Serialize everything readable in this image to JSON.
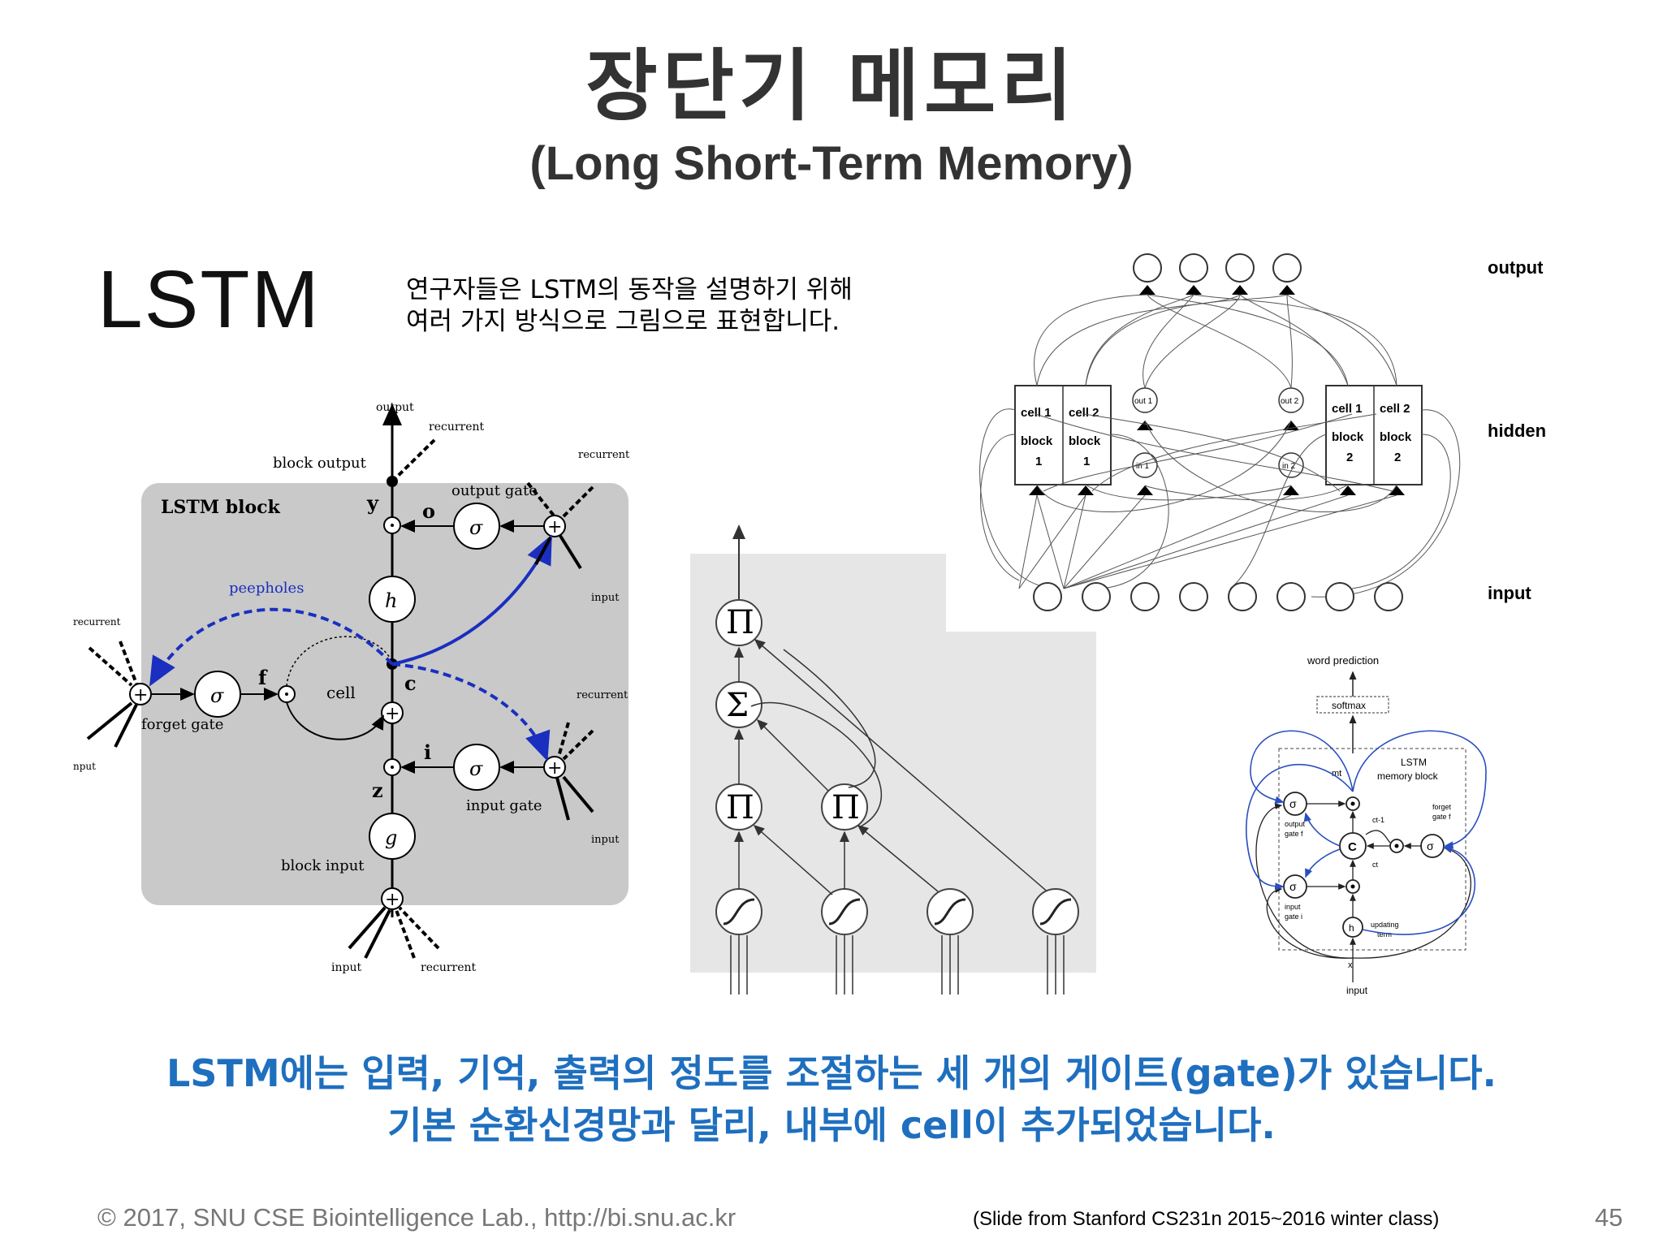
{
  "title_ko": "장단기 메모리",
  "title_en": "(Long Short-Term Memory)",
  "lstm_label": "LSTM",
  "description": [
    "연구자들은 LSTM의 동작을 설명하기 위해",
    "여러 가지 방식으로 그림으로 표현합니다."
  ],
  "caption": [
    "LSTM에는 입력, 기억, 출력의 정도를 조절하는  세 개의 게이트(gate)가 있습니다.",
    "기본 순환신경망과 달리, 내부에 cell이 추가되었습니다."
  ],
  "footer": {
    "copyright": "© 2017, SNU CSE Biointelligence Lab., http://bi.snu.ac.kr",
    "source": "(Slide from Stanford CS231n 2015~2016 winter class)",
    "page": "45"
  },
  "diagram_block": {
    "block_title": "LSTM block",
    "output": "output",
    "recurrent": "recurrent",
    "block_output": "block output",
    "output_gate": "output gate",
    "peepholes": "peepholes",
    "cell": "cell",
    "forget_gate": "forget gate",
    "input_gate": "input gate",
    "block_input": "block input",
    "input": "input",
    "nput": "nput",
    "y": "y",
    "o": "o",
    "f": "f",
    "c": "c",
    "i": "i",
    "z": "z",
    "h": "h",
    "g": "g",
    "sigma": "σ"
  },
  "diagram_sigma_pi": {
    "pi": "Π",
    "sum": "Σ"
  },
  "diagram_network": {
    "output": "output",
    "hidden": "hidden",
    "input": "input",
    "cell1_block1": [
      "cell 1",
      "block",
      "1"
    ],
    "cell2_block1": [
      "cell 2",
      "block",
      "1"
    ],
    "cell1_block2": [
      "cell 1",
      "block",
      "2"
    ],
    "cell2_block2": [
      "cell 2",
      "block",
      "2"
    ],
    "out1": "out 1",
    "in1": "in 1",
    "out2": "out 2",
    "in2": "in 2"
  },
  "diagram_memory": {
    "word_prediction": "word prediction",
    "softmax": "softmax",
    "title": [
      "LSTM",
      "memory block"
    ],
    "m": "mt",
    "output_gate": [
      "output",
      "gate f"
    ],
    "input_gate": [
      "input",
      "gate i"
    ],
    "forget_gate": [
      "forget",
      "gate f"
    ],
    "c_prev": "ct-1",
    "c_t": "ct",
    "c": "C",
    "h": "h",
    "updating": [
      "updating",
      "term"
    ],
    "x": "x",
    "input": "input",
    "sigma": "σ"
  }
}
